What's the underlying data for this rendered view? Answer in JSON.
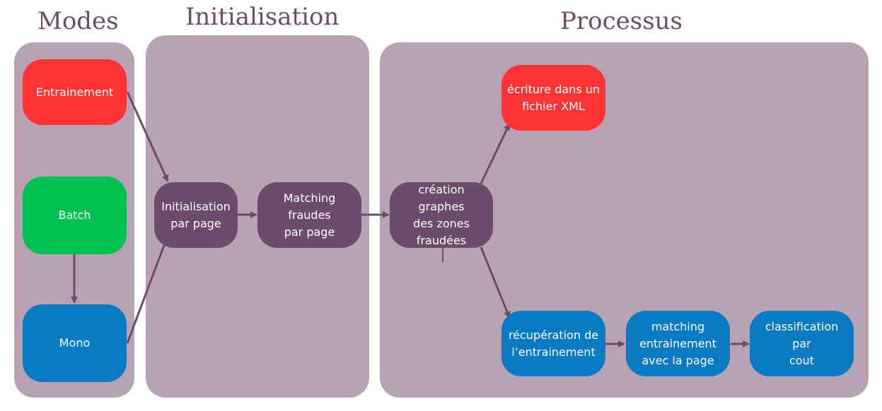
{
  "headings": {
    "modes": "Modes",
    "initialisation": "Initialisation",
    "processus": "Processus"
  },
  "nodes": {
    "entrainement": "Entrainement",
    "batch": "Batch",
    "mono": "Mono",
    "init_par_page": "Initialisation\npar page",
    "matching_fraudes": "Matching fraudes\npar page",
    "creation_graphes": "création graphes\ndes zones\nfraudées",
    "ecriture_xml": "écriture dans un\nfichier XML",
    "recuperation": "récupération de\nl’entrainement",
    "matching_entrainement": "matching\nentrainement\navec la page",
    "classification": "classification par\ncout"
  },
  "colors": {
    "panel": "#b8a3b4",
    "heading": "#6b4d6b",
    "purple_node": "#6b4d6b",
    "red_node": "#ff3333",
    "green_node": "#00c050",
    "blue_node": "#0a7bc2",
    "arrow": "#6b4d6b"
  }
}
